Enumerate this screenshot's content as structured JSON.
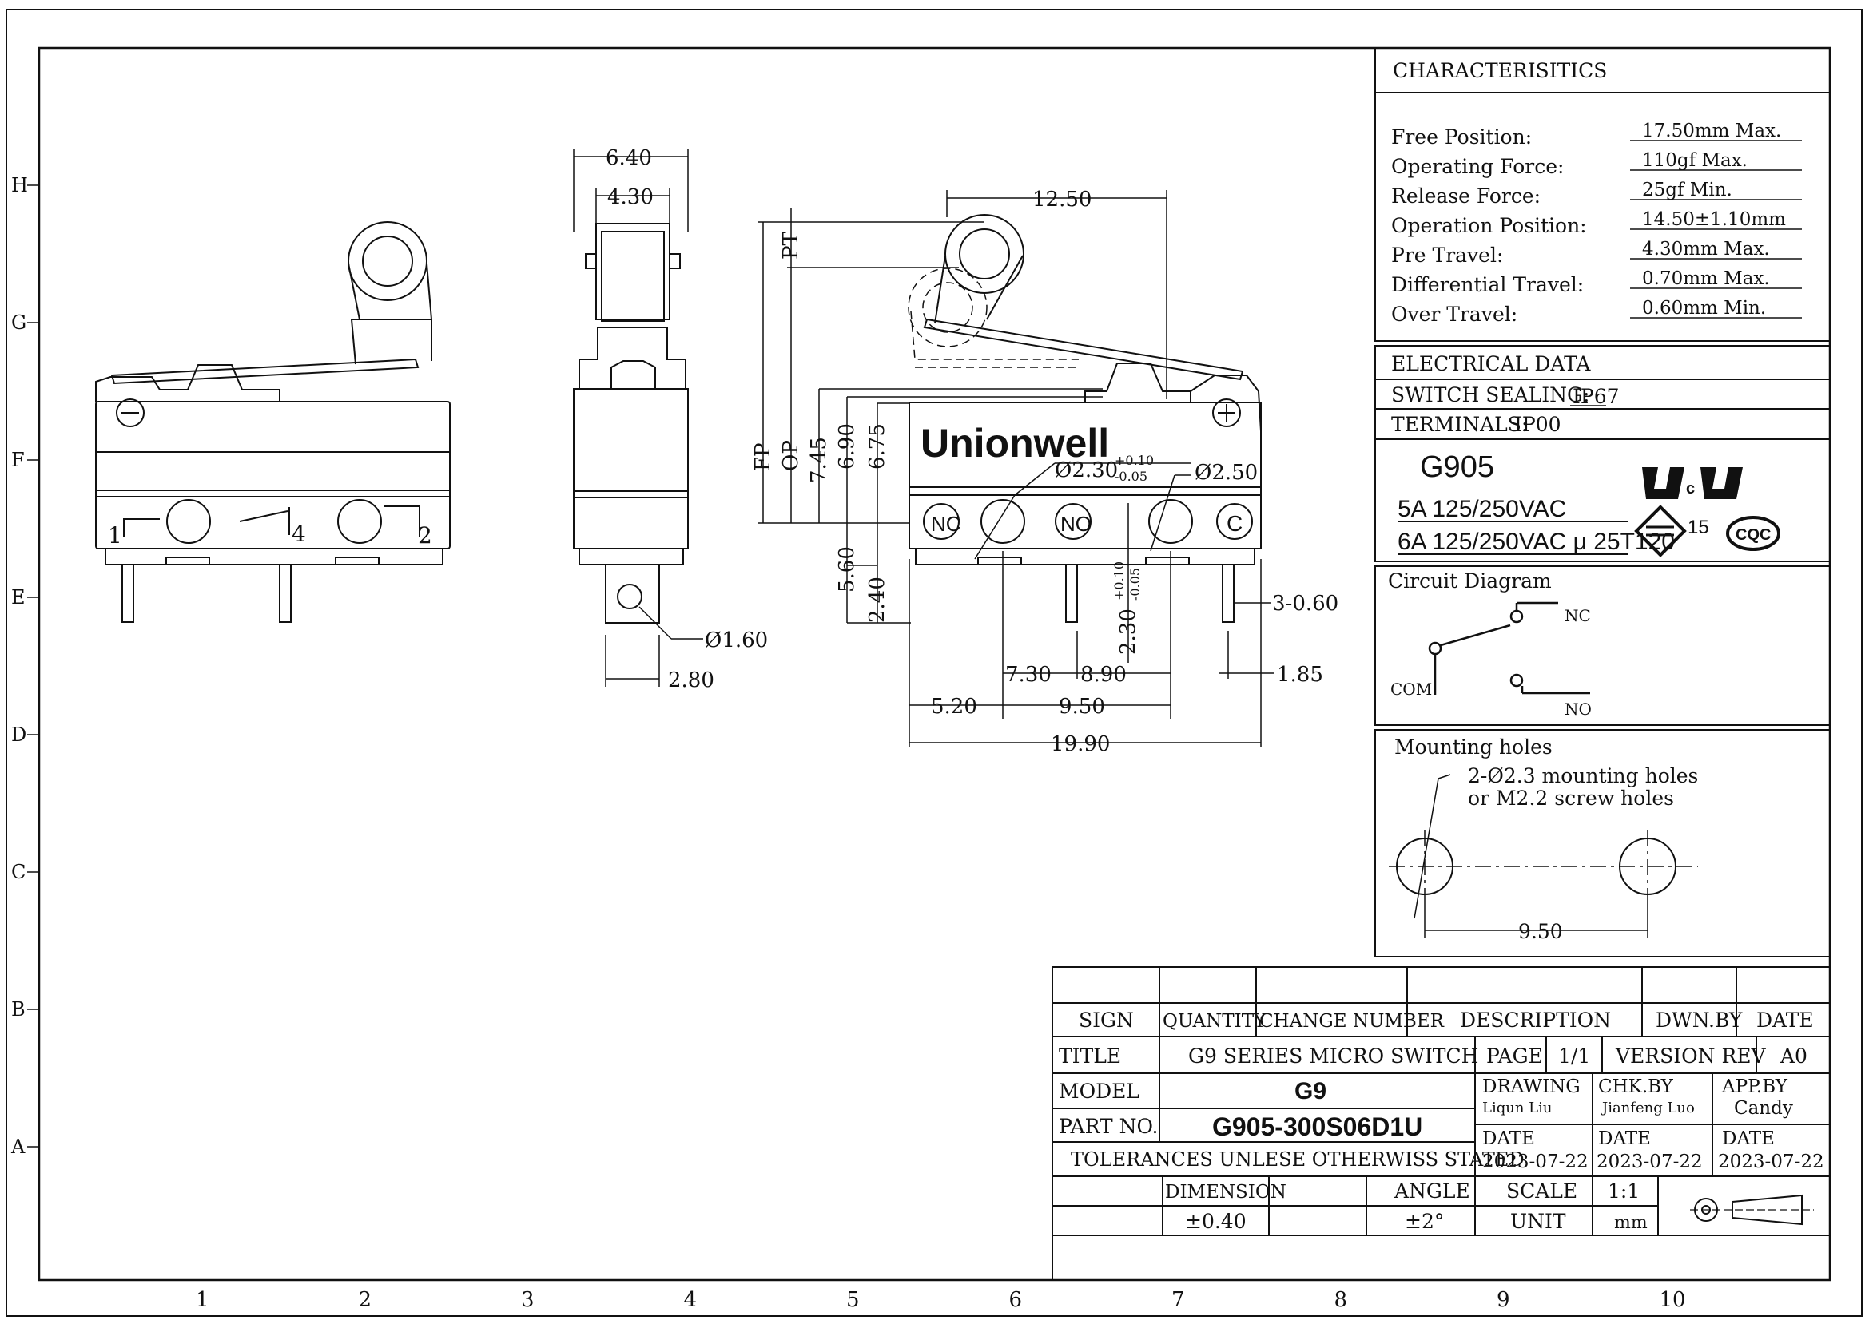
{
  "grid": {
    "rows": [
      "H",
      "G",
      "F",
      "E",
      "D",
      "C",
      "B",
      "A"
    ],
    "cols": [
      "1",
      "2",
      "3",
      "4",
      "5",
      "6",
      "7",
      "8",
      "9",
      "10"
    ]
  },
  "brand": "Unionwell",
  "views": {
    "left_terminals": [
      "1",
      "4",
      "2"
    ],
    "side_dims": {
      "width_outer": "6.40",
      "width_inner": "4.30",
      "hole": "Ø1.60",
      "offset": "2.80"
    },
    "front_dims": {
      "d12_50": "12.50",
      "pt": "PT",
      "fp": "FP",
      "op": "OP",
      "d7_45": "7.45",
      "d6_90": "6.90",
      "d6_75": "6.75",
      "d5_60": "5.60",
      "d2_40": "2.40",
      "hole_small": "Ø2.30",
      "tol_plus": "+0.10",
      "tol_minus": "-0.05",
      "hole_large": "Ø2.50",
      "vert_hole": "2.30",
      "thick": "3-0.60",
      "d7_30": "7.30",
      "d8_90": "8.90",
      "d1_85": "1.85",
      "d5_20": "5.20",
      "d9_50": "9.50",
      "d19_90": "19.90"
    },
    "front_terminals": [
      "NC",
      "NO",
      "C"
    ]
  },
  "characteristics": {
    "title": "CHARACTERISITICS",
    "rows": [
      {
        "label": "Free Position:",
        "value": "17.50mm Max."
      },
      {
        "label": "Operating Force:",
        "value": "110gf Max."
      },
      {
        "label": "Release Force:",
        "value": "25gf Min."
      },
      {
        "label": "Operation Position:",
        "value": "14.50±1.10mm"
      },
      {
        "label": "Pre Travel:",
        "value": "4.30mm Max."
      },
      {
        "label": "Differential Travel:",
        "value": "0.70mm Max."
      },
      {
        "label": "Over Travel:",
        "value": "0.60mm Min."
      }
    ]
  },
  "electrical": {
    "title": "ELECTRICAL DATA",
    "sealing_label": "SWITCH SEALING:",
    "sealing_value": "IP67",
    "terminals_label": "TERMINALS:",
    "terminals_value": "IP00",
    "model": "G905",
    "rating1": "5A 125/250VAC",
    "rating2": "6A 125/250VAC μ 25T120",
    "enec_num": "15",
    "cqc": "CQC"
  },
  "circuit": {
    "title": "Circuit Diagram",
    "nc": "NC",
    "no": "NO",
    "com": "COM"
  },
  "mounting": {
    "title": "Mounting holes",
    "note1": "2-Ø2.3 mounting holes",
    "note2": "or M2.2 screw holes",
    "spacing": "9.50"
  },
  "title_block": {
    "sign": "SIGN",
    "quantity": "QUANTITY",
    "change_number": "CHANGE NUMBER",
    "description": "DESCRIPTION",
    "dwn_by": "DWN.BY",
    "date": "DATE",
    "title_label": "TITLE",
    "title_value": "G9 SERIES MICRO SWITCH",
    "page_label": "PAGE",
    "page_value": "1/1",
    "version_label": "VERSION REV",
    "version_value": "A0",
    "model_label": "MODEL",
    "model_value": "G9",
    "drawing_label": "DRAWING",
    "drawing_name": "Liqun Liu",
    "chk_label": "CHK.BY",
    "chk_name": "Jianfeng Luo",
    "app_label": "APP.BY",
    "app_name": "Candy",
    "part_label": "PART NO.",
    "part_value": "G905-300S06D1U",
    "date_label": "DATE",
    "date_value": "2023-07-22",
    "tolerances": "TOLERANCES UNLESE OTHERWISS STATED",
    "dimension": "DIMENSION",
    "angle": "ANGLE",
    "scale_label": "SCALE",
    "scale_value": "1:1",
    "dim_tol": "±0.40",
    "angle_tol": "±2°",
    "unit_label": "UNIT",
    "unit_value": "mm"
  }
}
